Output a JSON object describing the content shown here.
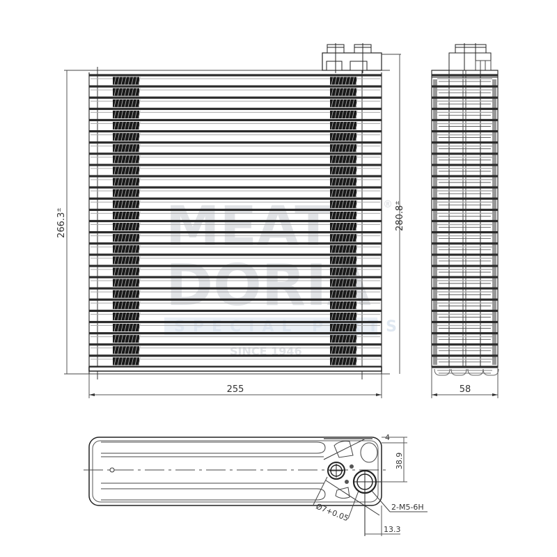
{
  "drawing": {
    "title": "Evaporator technical drawing",
    "views": {
      "front": {
        "width_label": "255",
        "height_inner_label": "266.3",
        "height_inner_tolerance": "±",
        "height_outer_label": "280.8",
        "height_outer_tolerance": "±",
        "tube_count": 26
      },
      "side": {
        "width_label": "58"
      },
      "top": {
        "dim_4": "4",
        "dim_38_9": "38.9",
        "dim_13_3": "13.3",
        "thread_label": "2-M5-6H",
        "hole_label": "Ø7+0.05"
      }
    },
    "watermark": {
      "line1": "MEAT",
      "line2": "DORIA",
      "line3": "SPECIAL PARTS",
      "line4": "SINCE 1946",
      "registered": "®"
    },
    "colors": {
      "line": "#1a1a1a",
      "tube": "#2b2b2b",
      "fin": "#151515",
      "dim_line": "#555555",
      "watermark": "#c9cdd3",
      "watermark_band": "#dde6f0"
    }
  }
}
